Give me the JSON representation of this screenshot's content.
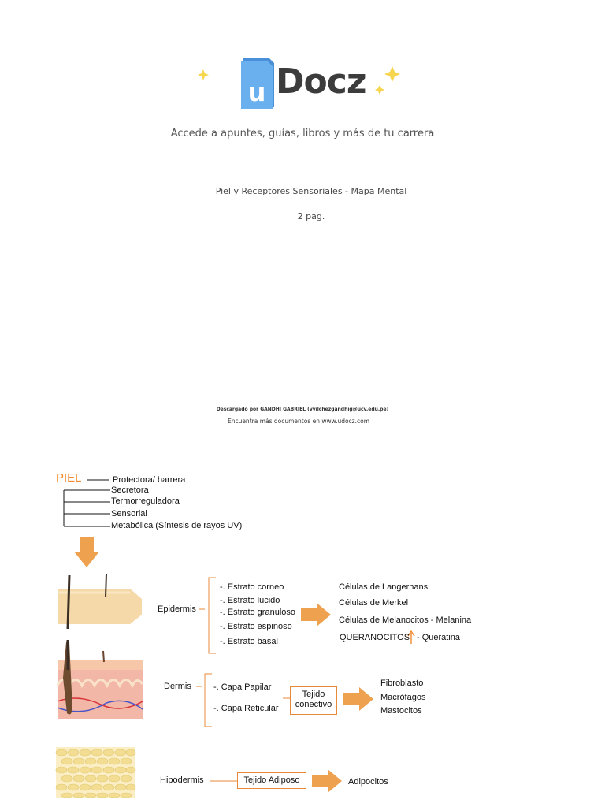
{
  "cover": {
    "logo_text": "Docz",
    "logo_letter": "u",
    "tagline": "Accede a apuntes, guías, libros y más de tu carrera",
    "document_title": "Piel y Receptores Sensoriales - Mapa Mental",
    "page_count": "2 pag.",
    "downloaded_by": "Descargado por GANDHI GABRIEL (vvilchezgandhig@ucv.edu.pe)",
    "more_docs": "Encuentra más documentos en www.udocz.com"
  },
  "colors": {
    "accent": "#f28a2e",
    "arrow": "#eea24f",
    "logo_blue": "#4a90d9",
    "star": "#f5d64e"
  },
  "mindmap": {
    "root": "PIEL",
    "functions": [
      "Protectora/ barrera",
      "Secretora",
      "Termorreguladora",
      "Sensorial",
      "Metabólica (Síntesis de rayos UV)"
    ],
    "epidermis": {
      "label": "Epidermis",
      "strata": [
        "-. Estrato corneo",
        "-. Estrato lucido",
        "-. Estrato granuloso",
        "-. Estrato espinoso",
        "-. Estrato basal"
      ],
      "cells": [
        "Células de Langerhans",
        "Células de Merkel",
        "Células de Melanocitos - Melanina"
      ],
      "keratin_prefix": "QUERANOCITOS",
      "keratin_suffix": "- Queratina"
    },
    "dermis": {
      "label": "Dermis",
      "layers": [
        "-. Capa Papilar",
        "-. Capa Reticular"
      ],
      "tissue_box": "Tejido conectivo",
      "cells": [
        "Fibroblasto",
        "Macrófagos",
        "Mastocitos"
      ]
    },
    "hipodermis": {
      "label": "Hipodermis",
      "tissue_box": "Tejido Adiposo",
      "cells": [
        "Adipocitos"
      ]
    }
  }
}
